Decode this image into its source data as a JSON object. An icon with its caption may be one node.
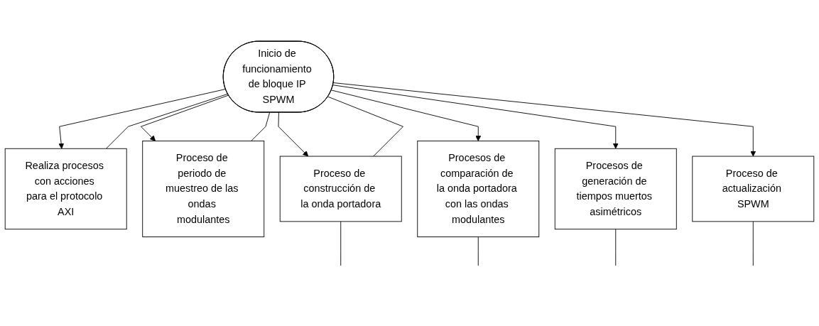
{
  "diagram": {
    "nodes": [
      {
        "text": [
          "Inicio de funcionamiento de bloque IP SPWM"
        ]
      },
      {
        "text": [
          "Realiza procesos con acciones para el protocolo AXI"
        ]
      },
      {
        "text": [
          "Proceso de periodo de muestreo de las ondas modulantes"
        ]
      },
      {
        "text": [
          "Proceso de construcción de la onda portadora"
        ]
      },
      {
        "text": [
          "Procesos de comparación de la onda portadora con las ondas modulantes"
        ]
      },
      {
        "text": [
          "Procesos de generación de tiempos muertos asimétricos"
        ]
      },
      {
        "text": [
          "Proceso de actualización SPWM"
        ]
      }
    ],
    "edges": [
      {
        "from": 0,
        "to": 1,
        "arrow": "to"
      },
      {
        "from": 0,
        "to": 2,
        "arrow": "to"
      },
      {
        "from": 0,
        "to": 3,
        "arrow": "to"
      },
      {
        "from": 0,
        "to": 4,
        "arrow": "to"
      },
      {
        "from": 0,
        "to": 5,
        "arrow": "to"
      },
      {
        "from": 0,
        "to": 6,
        "arrow": "to"
      },
      {
        "from": 1,
        "to": 0,
        "arrow": "none"
      },
      {
        "from": 2,
        "to": 0,
        "arrow": "none"
      },
      {
        "from": 3,
        "to": 0,
        "arrow": "none"
      },
      {
        "from": 3,
        "to": null,
        "arrow": "none"
      },
      {
        "from": 4,
        "to": null,
        "arrow": "none"
      },
      {
        "from": 5,
        "to": null,
        "arrow": "none"
      },
      {
        "from": 6,
        "to": null,
        "arrow": "none"
      }
    ]
  }
}
